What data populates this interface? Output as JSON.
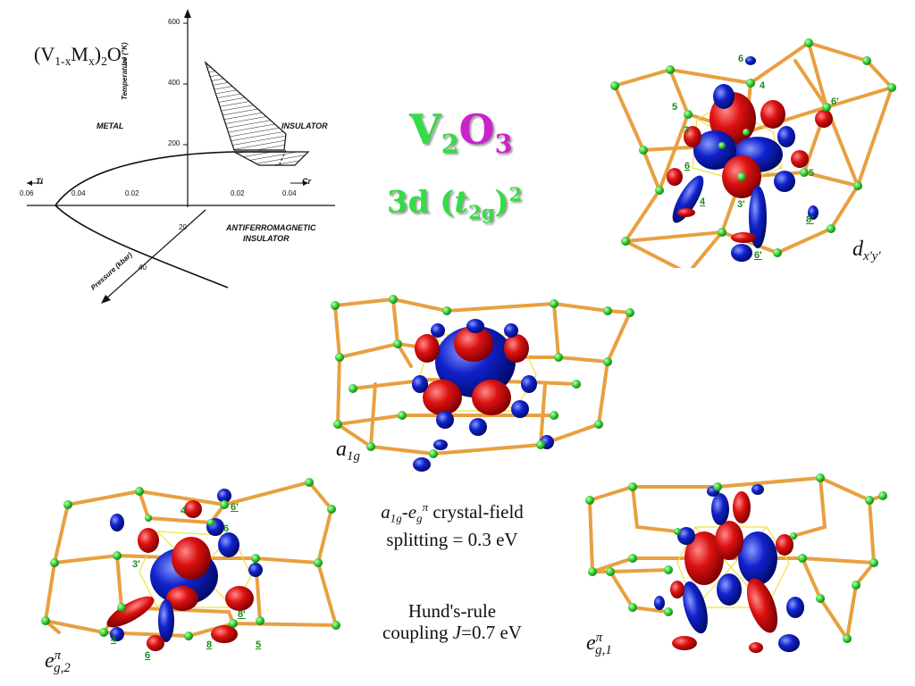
{
  "phase_diagram": {
    "formula": "(V",
    "formula_sub1": "1-x",
    "formula_m": "M",
    "formula_sub2": "x",
    "formula_close": ")",
    "formula_sub3": "2",
    "formula_o": "O",
    "formula_sub4": "3",
    "labels": {
      "metal": "METAL",
      "insulator": "INSULATOR",
      "afm_line1": "ANTIFERROMAGNETIC",
      "afm_line2": "INSULATOR",
      "temperature_axis": "Temperature (°K)",
      "pressure_axis": "Pressure (kbar)",
      "ti": "Ti",
      "cr": "Cr"
    },
    "temperature_ticks": [
      "600",
      "400",
      "200"
    ],
    "left_ticks": [
      "0.06",
      "0.04",
      "0.02"
    ],
    "right_ticks": [
      "0.02",
      "0.04"
    ],
    "pressure_ticks": [
      "20",
      "40"
    ]
  },
  "title": {
    "v": "V",
    "v_sub": "2",
    "o": "O",
    "o_sub": "3"
  },
  "config": {
    "prefix": "3d (",
    "t": "t",
    "t_sub": "2g",
    "close": ")",
    "sup": "2"
  },
  "orbital_labels": {
    "dxy": {
      "main": "d",
      "sub": "x'y'"
    },
    "a1g": {
      "main": "a",
      "sub": "1g"
    },
    "eg2": {
      "main": "e",
      "sup": "π",
      "sub": "g,2"
    },
    "eg1": {
      "main": "e",
      "sup": "π",
      "sub": "g,1"
    }
  },
  "atom_labels_top": [
    "6",
    "4",
    "5",
    "3",
    "6'",
    "6",
    "5",
    "4",
    "3'",
    "8'",
    "6'"
  ],
  "atom_labels_eg2": [
    "4",
    "6'",
    "6",
    "3'",
    "4",
    "6",
    "8",
    "8'",
    "5"
  ],
  "caption_splitting": {
    "a": "a",
    "a_sub": "1g",
    "dash": "-",
    "e": "e",
    "e_sub": "g",
    "e_sup": "π",
    "line1_rest": " crystal-field",
    "line2": "splitting = 0.3 eV"
  },
  "caption_hund": {
    "line1": "Hund's-rule",
    "line2_pre": "coupling ",
    "line2_j": "J",
    "line2_post": "=0.7 eV"
  },
  "colors": {
    "lobe_red": "#dd1111",
    "lobe_blue": "#1122cc",
    "bond_orange": "#e8a040",
    "atom_green": "#33cc33",
    "title_green": "#33dd44",
    "title_magenta": "#cc22cc"
  }
}
